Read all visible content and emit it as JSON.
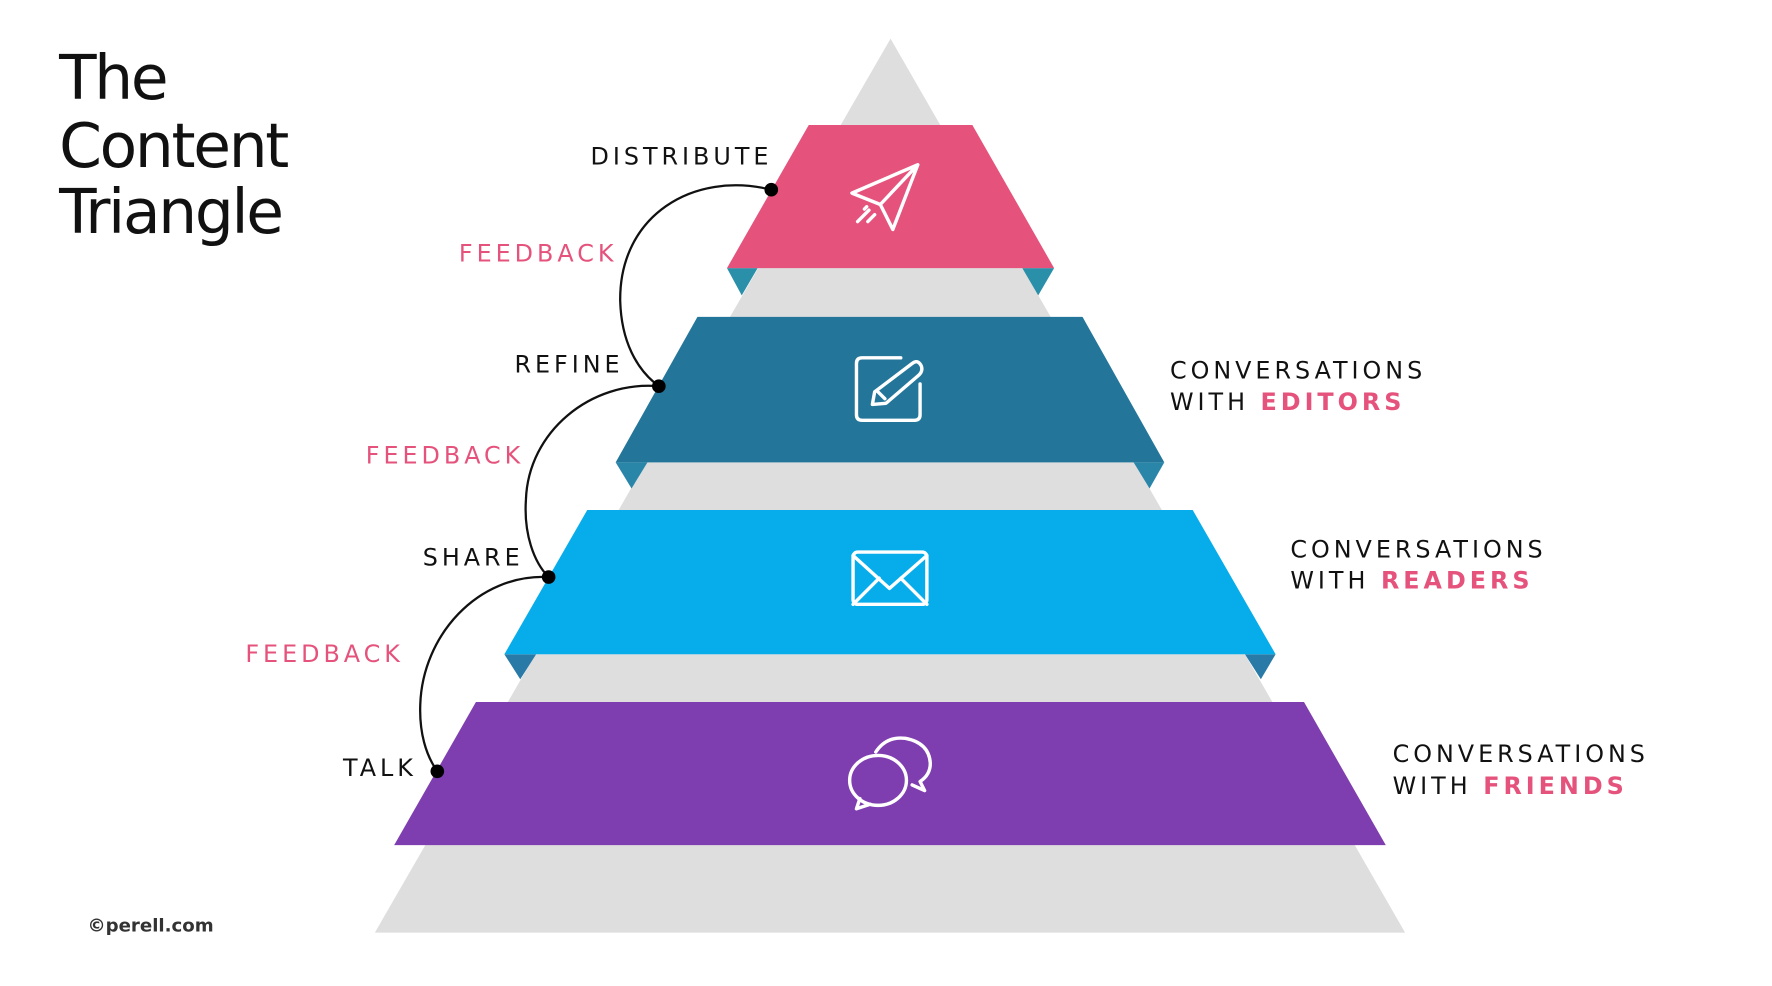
{
  "title": {
    "line1": "The",
    "line2": "Content",
    "line3": "Triangle"
  },
  "credit": "©perell.com",
  "colors": {
    "distribute": "#e5537c",
    "refine": "#23769a",
    "share": "#06adea",
    "talk": "#7f3eb0",
    "base": "#dedede",
    "notch": "#2a8fa8",
    "accent": "#e5537c"
  },
  "steps": [
    {
      "label": "DISTRIBUTE",
      "icon": "paper-plane-icon"
    },
    {
      "label": "REFINE",
      "icon": "edit-pencil-icon"
    },
    {
      "label": "SHARE",
      "icon": "envelope-icon"
    },
    {
      "label": "TALK",
      "icon": "chat-bubbles-icon"
    }
  ],
  "feedback": [
    "FEEDBACK",
    "FEEDBACK",
    "FEEDBACK"
  ],
  "conversations": [
    {
      "line1": "CONVERSATIONS",
      "prefix": "WITH",
      "who": "EDITORS"
    },
    {
      "line1": "CONVERSATIONS",
      "prefix": "WITH",
      "who": "READERS"
    },
    {
      "line1": "CONVERSATIONS",
      "prefix": "WITH",
      "who": "FRIENDS"
    }
  ]
}
